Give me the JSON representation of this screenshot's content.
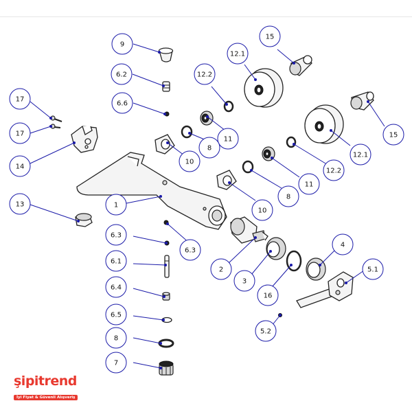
{
  "brand": {
    "name": "şipitrend",
    "tagline": "İyi Fiyat & Güvenli Alışveriş",
    "color": "#e8392f"
  },
  "diagram": {
    "accent_color": "#1a1aa8",
    "callouts": [
      "9",
      "6.2",
      "6.6",
      "17",
      "17",
      "14",
      "13",
      "1",
      "6.3",
      "6.3",
      "6.1",
      "6.4",
      "6.5",
      "8",
      "7",
      "12.2",
      "12.1",
      "15",
      "15",
      "11",
      "8",
      "10",
      "12.1",
      "12.2",
      "11",
      "8",
      "10",
      "2",
      "3",
      "16",
      "4",
      "5.1",
      "5.2"
    ]
  }
}
